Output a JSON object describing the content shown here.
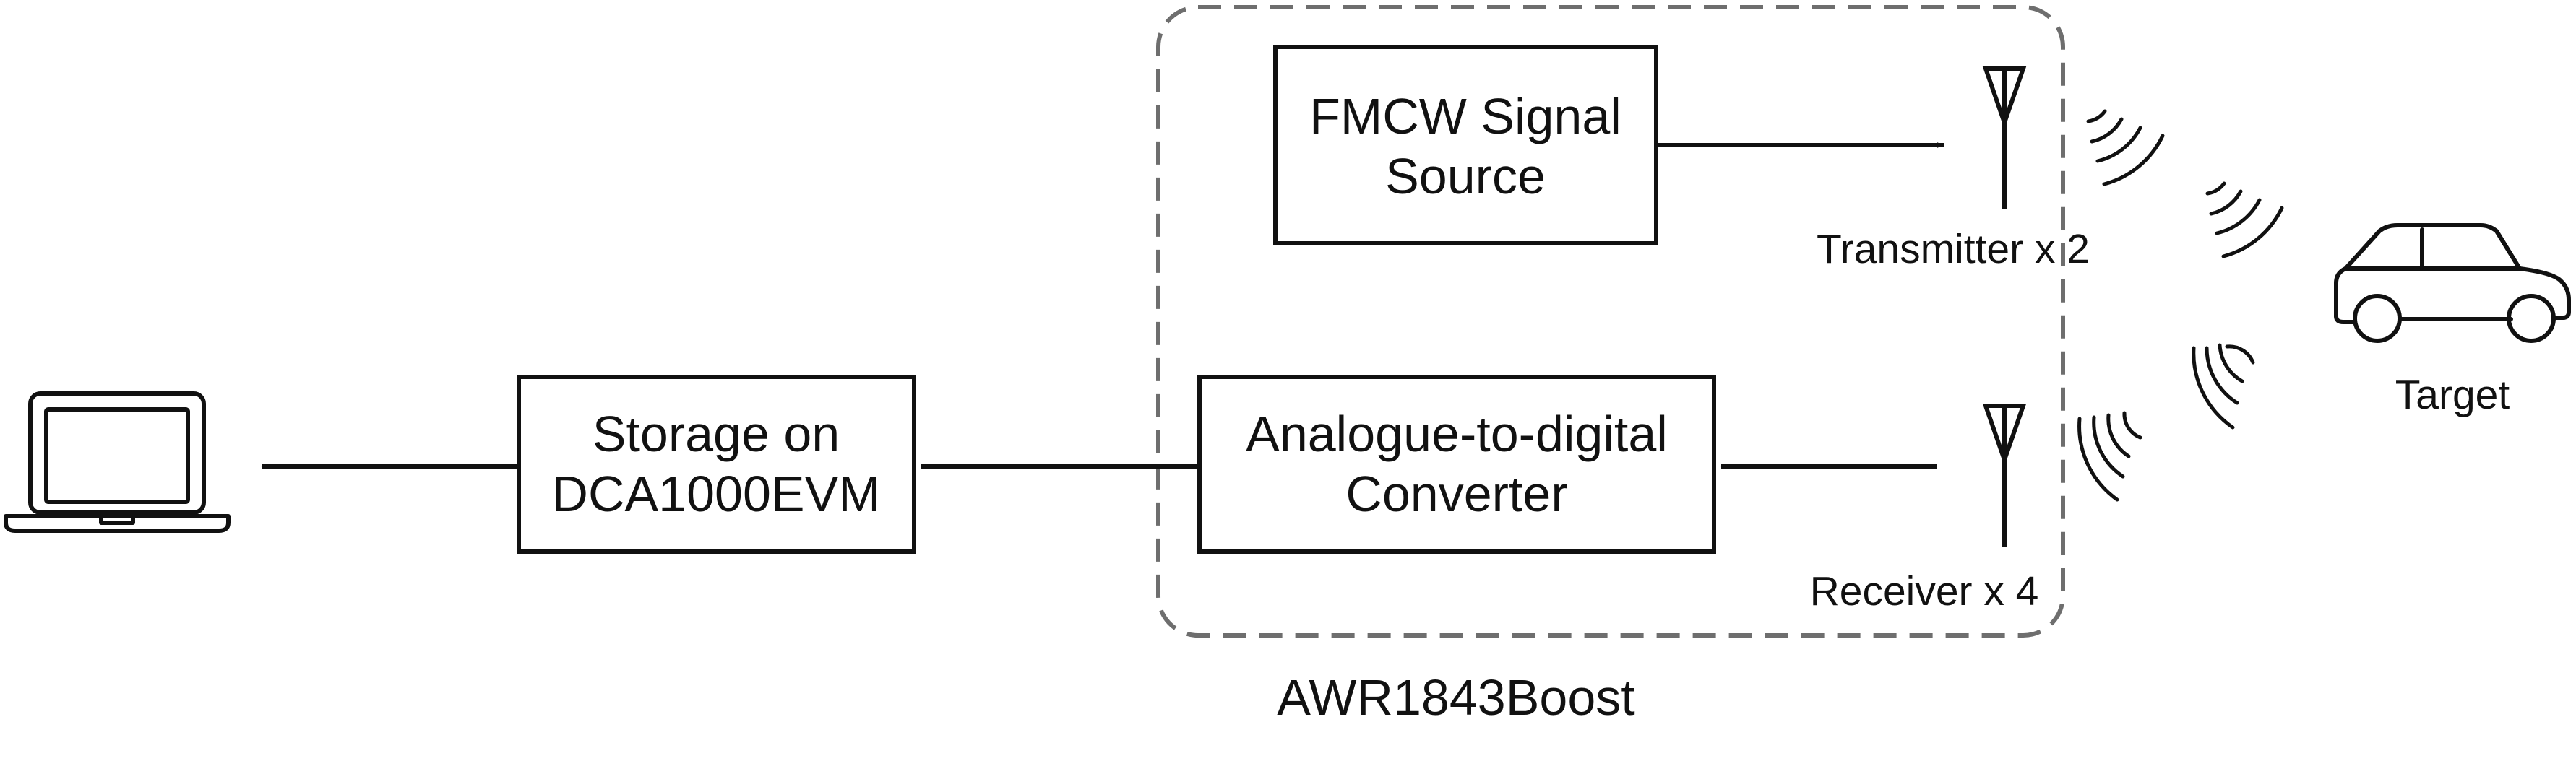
{
  "nodes": {
    "fmcw_source": {
      "lines": [
        "FMCW Signal",
        "Source"
      ]
    },
    "adc": {
      "lines": [
        "Analogue-to-digital",
        "Converter"
      ]
    },
    "storage": {
      "lines": [
        "Storage on",
        "DCA1000EVM"
      ]
    }
  },
  "labels": {
    "transmitter": "Transmitter x 2",
    "receiver": "Receiver x 4",
    "target": "Target",
    "board": "AWR1843Boost"
  },
  "icons": {
    "computer": "laptop-icon",
    "target": "car-icon",
    "transmit_antenna": "antenna-icon",
    "receive_antenna": "antenna-icon",
    "waves": "radio-wave-icon"
  },
  "colors": {
    "stroke": "#111111",
    "dashed_border": "#6e6e6e",
    "background": "#ffffff"
  }
}
